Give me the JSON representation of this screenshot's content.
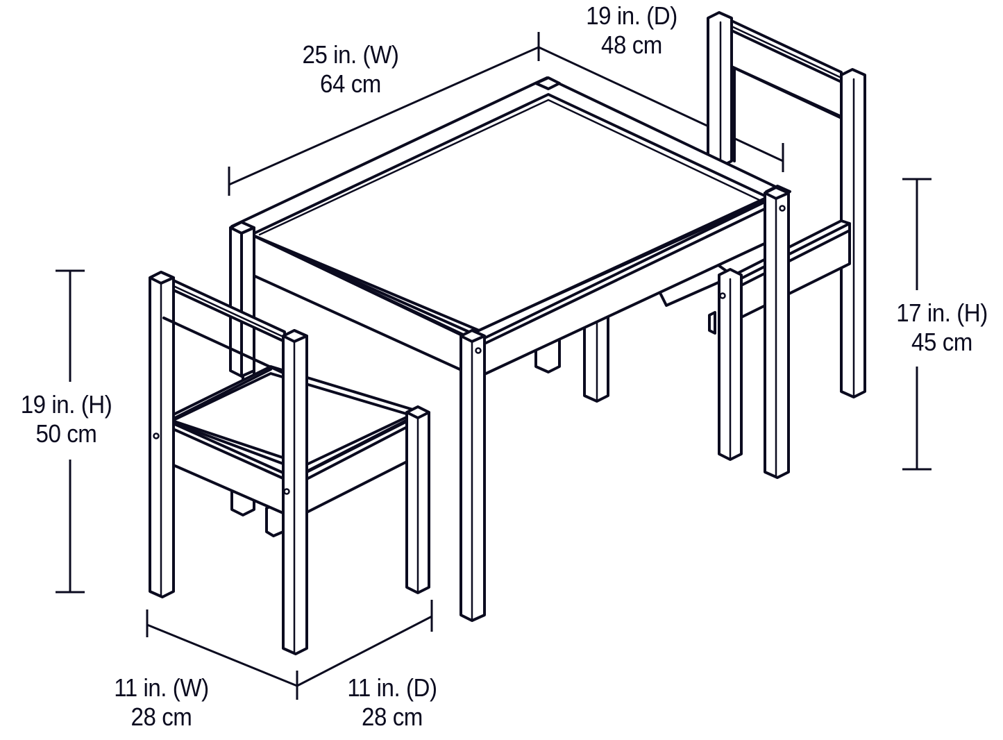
{
  "diagram": {
    "subject": "Kids table and two chairs set - dimension drawing",
    "line_color": "#0b0b1f",
    "background": "#ffffff"
  },
  "dimensions": {
    "table_width": {
      "imperial": "25 in. (W)",
      "metric": "64 cm"
    },
    "table_depth": {
      "imperial": "19 in. (D)",
      "metric": "48 cm"
    },
    "table_height": {
      "imperial": "17 in. (H)",
      "metric": "45 cm"
    },
    "chair_height": {
      "imperial": "19 in. (H)",
      "metric": "50 cm"
    },
    "chair_width": {
      "imperial": "11 in. (W)",
      "metric": "28 cm"
    },
    "chair_depth": {
      "imperial": "11 in. (D)",
      "metric": "28 cm"
    }
  }
}
